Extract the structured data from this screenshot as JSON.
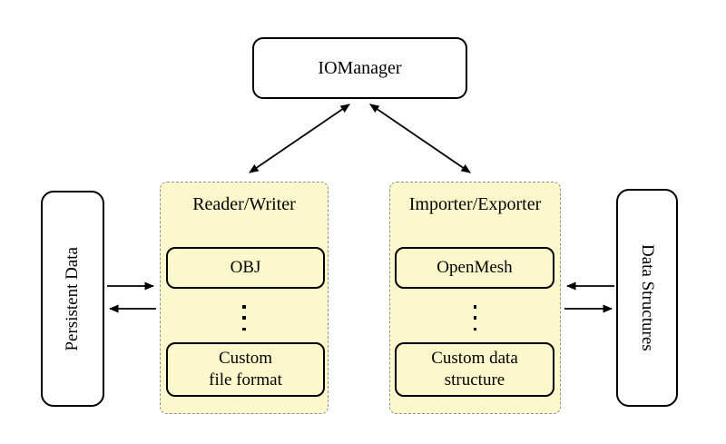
{
  "diagram": {
    "colors": {
      "group_fill": "#FBF9CC",
      "group_border": "#8F8F8F",
      "node_fill": "#FFFFFF",
      "node_border": "#000000",
      "arrow": "#000000"
    },
    "nodes": {
      "io_manager": {
        "label": "IOManager"
      },
      "persistent_data": {
        "label": "Persistent Data"
      },
      "data_structures": {
        "label": "Data Structures"
      }
    },
    "groups": {
      "reader_writer": {
        "title": "Reader/Writer",
        "items": [
          {
            "label": "OBJ"
          },
          {
            "label": "Custom\nfile format"
          }
        ]
      },
      "importer_exporter": {
        "title": "Importer/Exporter",
        "items": [
          {
            "label": "OpenMesh"
          },
          {
            "label": "Custom data\nstructure"
          }
        ]
      }
    },
    "icons": {
      "vdots": "vertical-ellipsis"
    },
    "connections": [
      {
        "from": "IOManager",
        "to": "Reader/Writer",
        "type": "bidirectional"
      },
      {
        "from": "IOManager",
        "to": "Importer/Exporter",
        "type": "bidirectional"
      },
      {
        "from": "Persistent Data",
        "to": "Reader/Writer",
        "type": "one-way"
      },
      {
        "from": "Reader/Writer",
        "to": "Persistent Data",
        "type": "one-way"
      },
      {
        "from": "Data Structures",
        "to": "Importer/Exporter",
        "type": "one-way"
      },
      {
        "from": "Importer/Exporter",
        "to": "Data Structures",
        "type": "one-way"
      }
    ]
  }
}
